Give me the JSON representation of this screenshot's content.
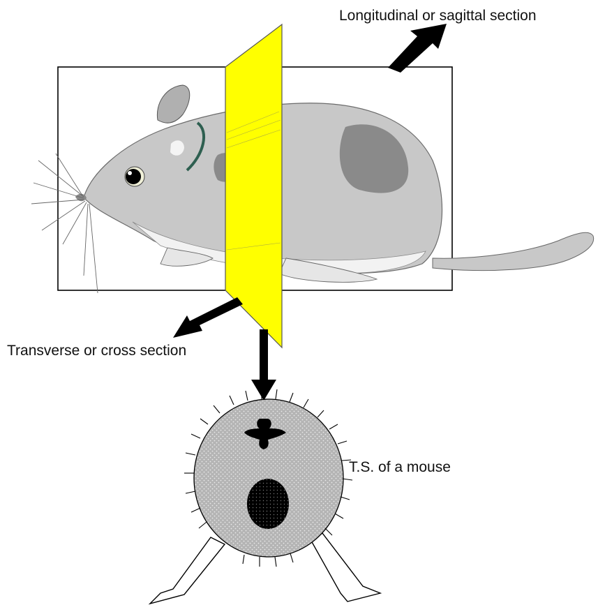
{
  "labels": {
    "sagittal": "Longitudinal or sagittal section",
    "transverse": "Transverse or cross section",
    "ts": "T.S. of a mouse"
  },
  "colors": {
    "plane": "#ffff00",
    "mouse_body": "#c8c8c8",
    "mouse_patch": "#8a8a8a",
    "arrow": "#000000",
    "cross_section": "#b4b4b4"
  },
  "icons": [
    "mouse-illustration",
    "sagittal-plane-frame",
    "transverse-plane",
    "cross-section-disc"
  ]
}
